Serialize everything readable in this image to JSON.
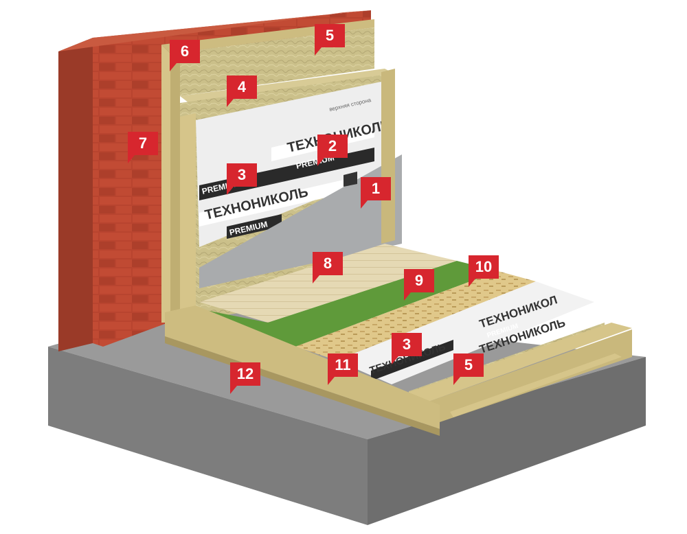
{
  "brand": {
    "name": "ТЕХНОНИКОЛЬ",
    "name_cut": "ТЕХНОНИКОЛ",
    "line": "PREMIUM",
    "side_note": "верхняя сторона"
  },
  "colors": {
    "marker": "#d7262e",
    "brick": "#b8442f",
    "concrete": "#8f8f8f",
    "wool": "#cbc08a",
    "timber": "#d9c98d",
    "membrane_gray": "#a9abad",
    "green_layer": "#5f9a3a"
  },
  "markers": [
    {
      "label": "1"
    },
    {
      "label": "2"
    },
    {
      "label": "3"
    },
    {
      "label": "4"
    },
    {
      "label": "5"
    },
    {
      "label": "6"
    },
    {
      "label": "7"
    },
    {
      "label": "8"
    },
    {
      "label": "9"
    },
    {
      "label": "10"
    },
    {
      "label": "11"
    },
    {
      "label": "3"
    },
    {
      "label": "5"
    },
    {
      "label": "12"
    }
  ]
}
